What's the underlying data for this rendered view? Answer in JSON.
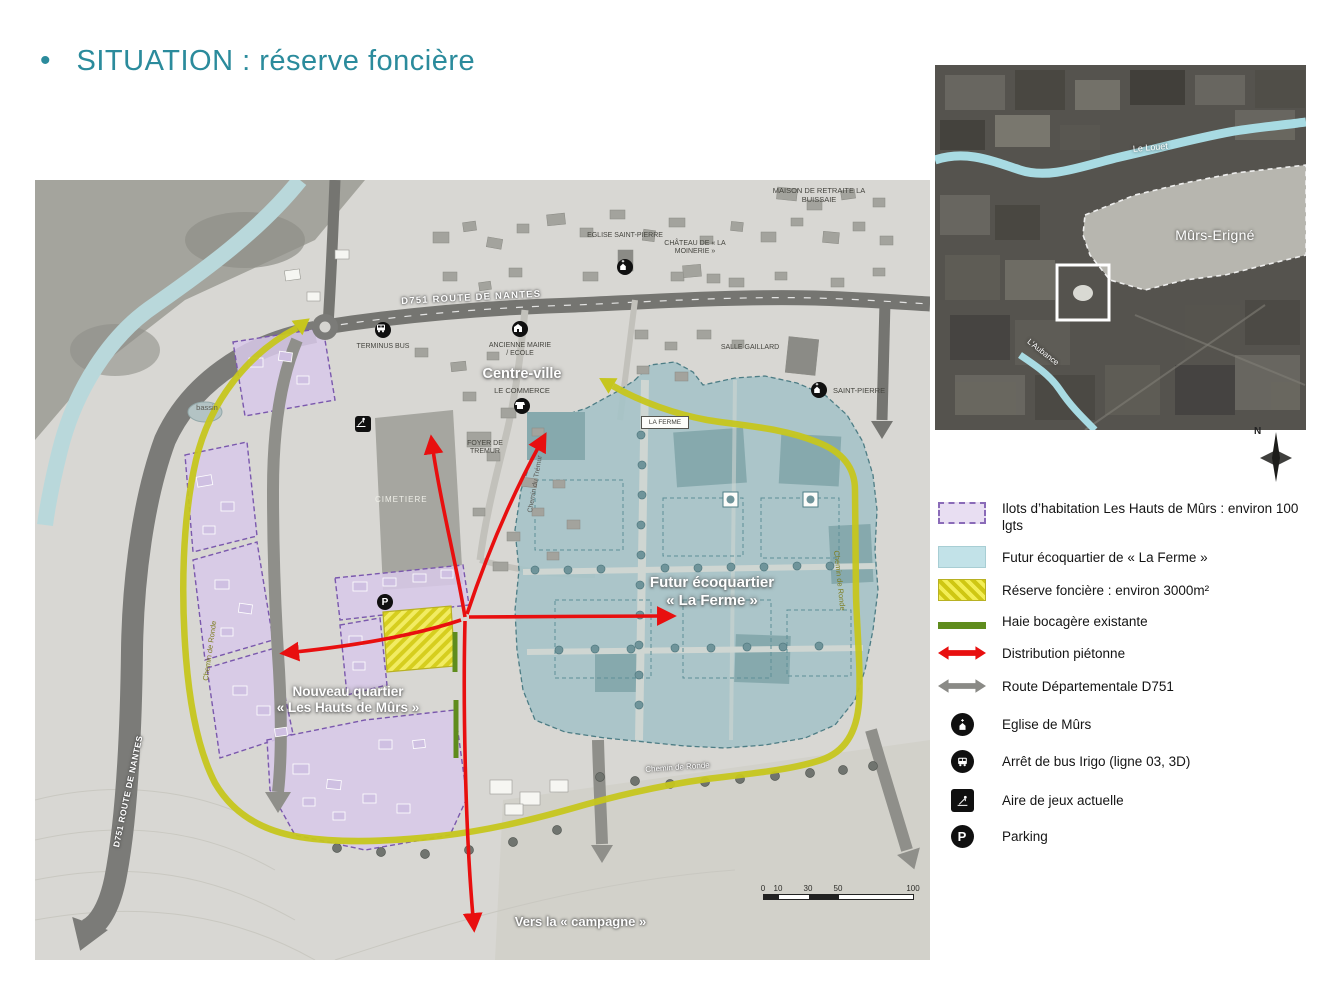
{
  "title": {
    "bullet": "•",
    "text": "SITUATION : réserve foncière"
  },
  "map": {
    "labels": {
      "maison_retraite": "MAISON DE RETRAITE LA BUISSAIE",
      "eglise": "EGLISE SAINT-PIERRE",
      "chateau": "CHÂTEAU DE « LA MOINERIE »",
      "d751_top": "D751  ROUTE DE NANTES",
      "terminus_bus": "TERMINUS BUS",
      "mairie": "ANCIENNE MAIRIE / ECOLE",
      "centre_ville": "Centre-ville",
      "commerce": "LE COMMERCE",
      "salle_gaillard": "SALLE GAILLARD",
      "saint_pierre": "SAINT-PIERRE",
      "ferme_sign": "LA FERME",
      "foyer": "FOYER DE TREMUR",
      "cimetiere": "CIMETIERE",
      "bassin": "bassin",
      "chemin_tremur": "Chemin du Trémur",
      "ecoquartier_l1": "Futur écoquartier",
      "ecoquartier_l2": "« La Ferme »",
      "quartier_l1": "Nouveau quartier",
      "quartier_l2": "« Les Hauts de Mûrs »",
      "ronde_left": "Chemin de Ronde",
      "ronde_bottom": "Chemin de Ronde",
      "ronde_right": "Chemin de Ronde",
      "d751_left": "D751  ROUTE DE NANTES",
      "campagne": "Vers la « campagne »"
    },
    "scalebar_ticks": [
      "0",
      "10",
      "30",
      "50",
      "100"
    ]
  },
  "inset": {
    "river_top": "Le Louet",
    "town": "Mûrs-Erigné",
    "river_bottom": "L'Aubance",
    "north": "N"
  },
  "legend": {
    "items": [
      {
        "label": "Ilots d’habitation Les Hauts de Mûrs : environ 100 lgts"
      },
      {
        "label": "Futur écoquartier de « La Ferme »"
      },
      {
        "label": "Réserve foncière : environ 3000m²"
      },
      {
        "label": "Haie bocagère existante"
      },
      {
        "label": "Distribution piétonne"
      },
      {
        "label": "Route Départementale D751"
      },
      {
        "label": "Eglise de Mûrs"
      },
      {
        "label": "Arrêt de bus Irigo (ligne 03, 3D)"
      },
      {
        "label": "Aire de jeux actuelle"
      },
      {
        "label": "Parking"
      }
    ]
  },
  "icons": {
    "parking_glyph": "P"
  },
  "colors": {
    "accent-teal": "#2b8b9c",
    "zone-purple": "#d8c9e9",
    "zone-purple-border": "#7a58ad",
    "zone-teal": "#a4c3c7",
    "reserve-yellow": "#efe84a",
    "hedge-green": "#5f8c1d",
    "pedestrian-red": "#e80f0f",
    "road-gray": "#7b7b78",
    "ronde-yellow": "#c6c61e"
  }
}
